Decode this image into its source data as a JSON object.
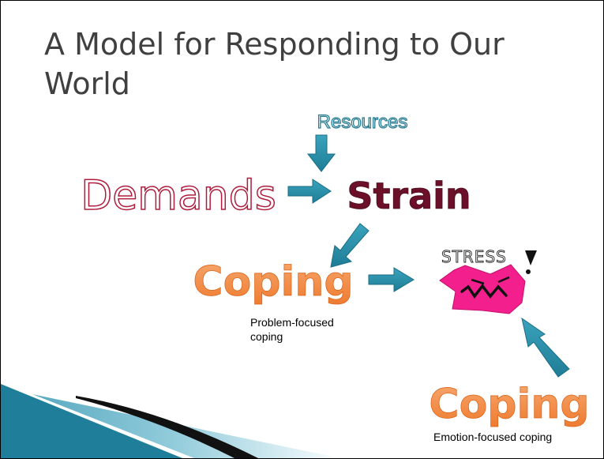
{
  "title": "A Model for Responding to Our World",
  "nodes": {
    "resources": "Resources",
    "demands": "Demands",
    "strain": "Strain",
    "coping_top": "Coping",
    "coping_bottom": "Coping",
    "stress_word": "STRESS"
  },
  "labels": {
    "problem_focused_line1": "Problem-focused",
    "problem_focused_line2": "coping",
    "emotion_focused": "Emotion-focused coping"
  },
  "colors": {
    "arrow": "#2e8ea8",
    "demands_outline": "#b01c3c",
    "strain": "#6b1028",
    "coping": "#f28c48",
    "resources_outline": "#2a7d92",
    "stress_blob": "#f21f8c"
  }
}
